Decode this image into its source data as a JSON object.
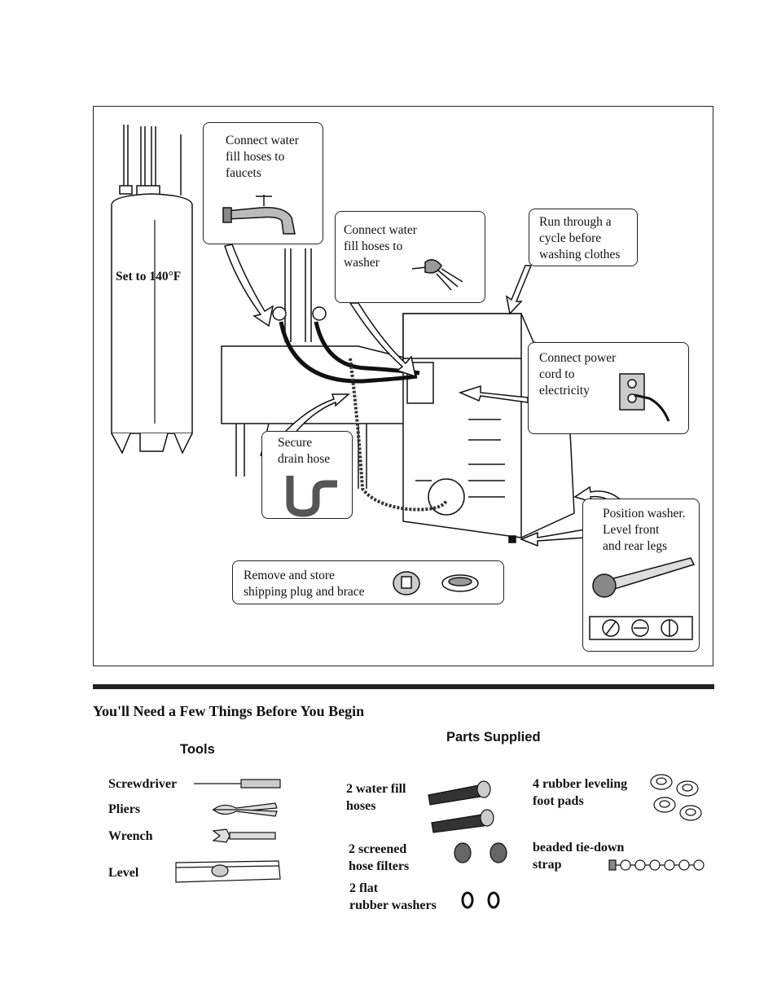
{
  "diagram": {
    "heater_label": "Set to 140°F",
    "callouts": {
      "faucets": "Connect water\nfill hoses to\nfaucets",
      "washer": "Connect water\nfill hoses to\nwasher",
      "cycle": "Run through a\ncycle before\nwashing clothes",
      "power": "Connect power\ncord to\nelectricity",
      "drain": "Secure\ndrain hose",
      "position": "Position washer.\nLevel front\nand rear legs",
      "shipping": "Remove and store\nshipping plug and brace"
    }
  },
  "checklist": {
    "title": "You'll Need a Few Things Before You Begin",
    "tools": {
      "heading": "Tools",
      "items": [
        "Screwdriver",
        "Pliers",
        "Wrench",
        "Level"
      ]
    },
    "parts": {
      "heading": "Parts Supplied",
      "fill_hoses": "2 water fill\nhoses",
      "filters": "2 screened\nhose filters",
      "washers": "2 flat\nrubber washers",
      "foot_pads": "4 rubber leveling\nfoot pads",
      "strap": "beaded tie-down\nstrap"
    }
  }
}
